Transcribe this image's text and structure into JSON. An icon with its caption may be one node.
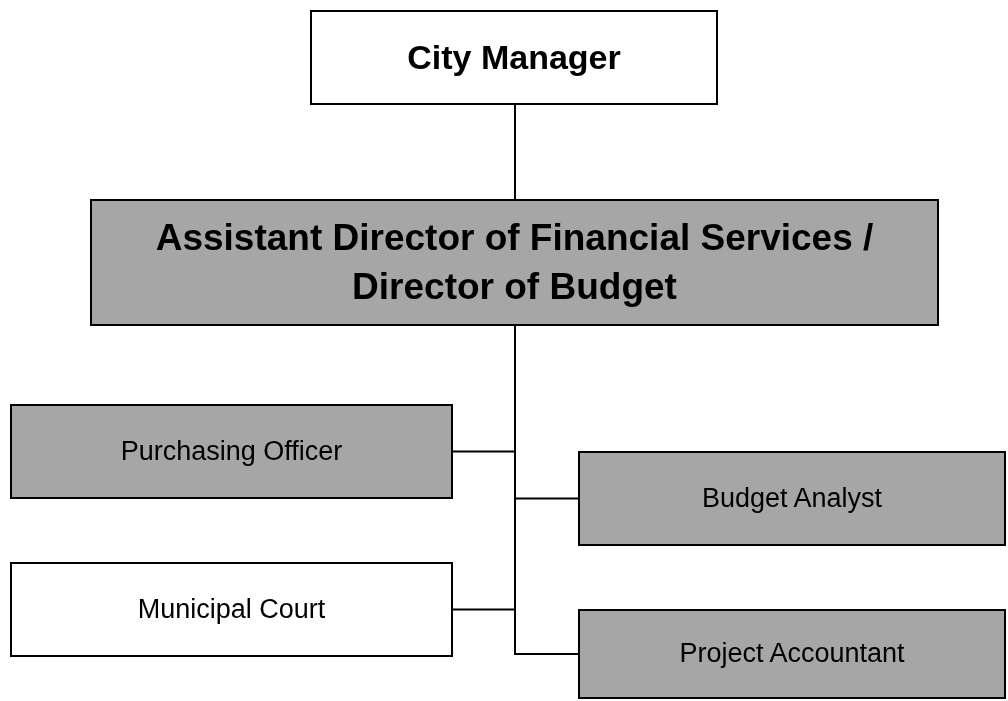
{
  "diagram": {
    "nodes": [
      {
        "text": [
          "City Manager"
        ]
      },
      {
        "text": [
          "Assistant Director of Financial Services / Director of Budget"
        ]
      },
      {
        "text": [
          "Purchasing Officer"
        ]
      },
      {
        "text": [
          "Budget Analyst"
        ]
      },
      {
        "text": [
          "Municipal Court"
        ]
      },
      {
        "text": [
          "Project Accountant"
        ]
      }
    ],
    "edges": [
      {
        "from": 0,
        "to": 1,
        "arrow": "none"
      },
      {
        "from": 1,
        "to": 2,
        "arrow": "none"
      },
      {
        "from": 1,
        "to": 3,
        "arrow": "none"
      },
      {
        "from": 1,
        "to": 4,
        "arrow": "none"
      },
      {
        "from": 1,
        "to": 5,
        "arrow": "none"
      }
    ]
  }
}
